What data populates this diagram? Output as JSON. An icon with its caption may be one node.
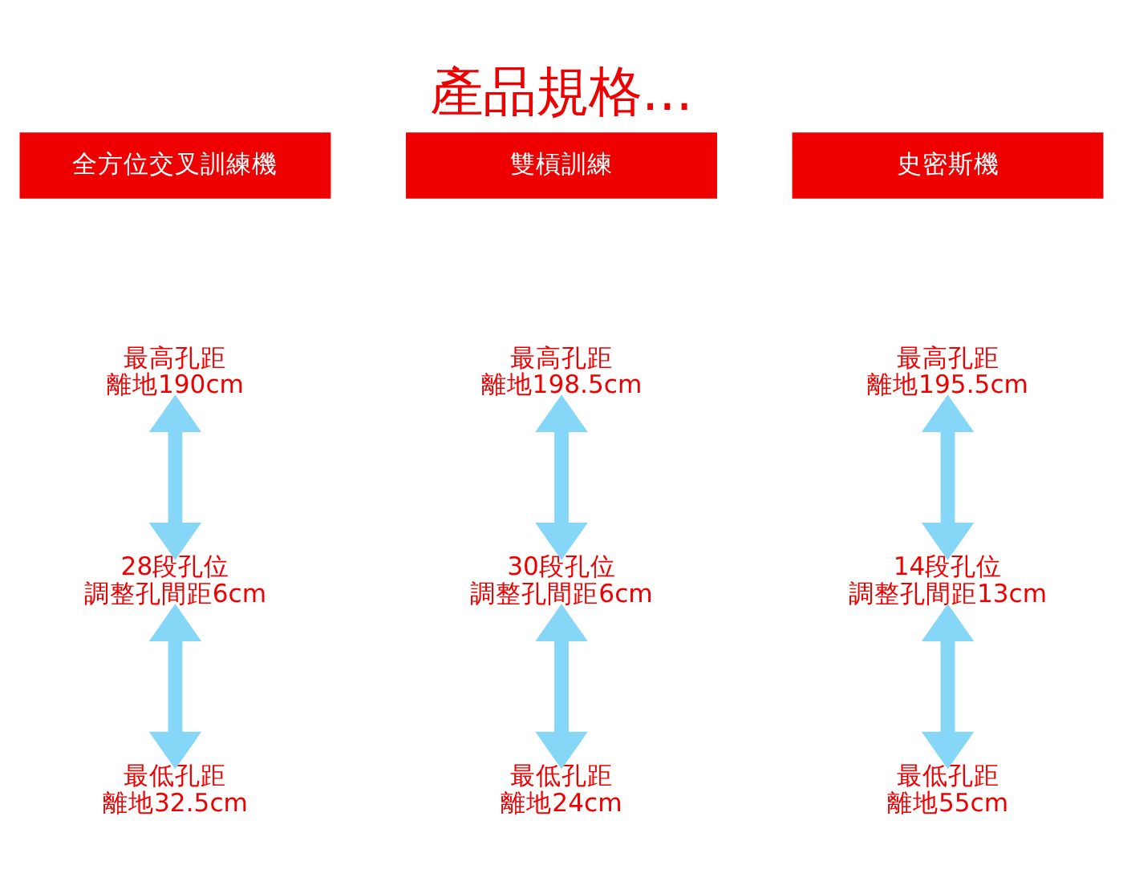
{
  "diagram": {
    "title": "產品規格...",
    "nodes": [
      {
        "text": [
          "全方位交叉訓練機"
        ]
      },
      {
        "text": [
          "雙槓訓練"
        ]
      },
      {
        "text": [
          "史密斯機"
        ]
      },
      {
        "text": [
          "最高孔距",
          "離地190cm"
        ]
      },
      {
        "text": [
          "最高孔距",
          "離地198.5cm"
        ]
      },
      {
        "text": [
          "最高孔距",
          "離地195.5cm"
        ]
      },
      {
        "text": [
          "28段孔位",
          "調整孔間距6cm"
        ]
      },
      {
        "text": [
          "30段孔位",
          "調整孔間距6cm"
        ]
      },
      {
        "text": [
          "14段孔位",
          "調整孔間距13cm"
        ]
      },
      {
        "text": [
          "最低孔距",
          "離地32.5cm"
        ]
      },
      {
        "text": [
          "最低孔距",
          "離地24cm"
        ]
      },
      {
        "text": [
          "最低孔距",
          "離地55cm"
        ]
      }
    ],
    "edges": [
      {
        "from": 3,
        "to": 6,
        "arrow": "both"
      },
      {
        "from": 6,
        "to": 9,
        "arrow": "both"
      },
      {
        "from": 4,
        "to": 7,
        "arrow": "both"
      },
      {
        "from": 7,
        "to": 10,
        "arrow": "both"
      },
      {
        "from": 5,
        "to": 8,
        "arrow": "both"
      },
      {
        "from": 8,
        "to": 11,
        "arrow": "both"
      }
    ]
  }
}
